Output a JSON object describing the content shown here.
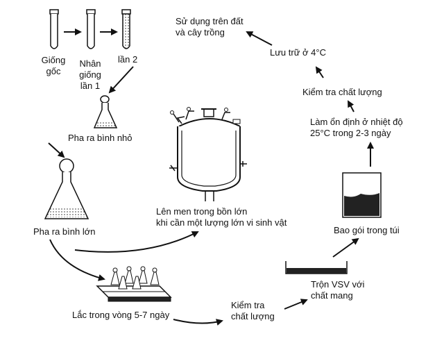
{
  "steps": {
    "giong_goc": "Giống\ngốc",
    "nhan_giong_1": "Nhân\ngiống\nlần 1",
    "lan_2": "lần 2",
    "pha_binh_nho": "Pha ra bình nhỏ",
    "pha_binh_lon": "Pha ra bình lớn",
    "lac": "Lắc trong vòng 5-7 ngày",
    "kiem_tra_1": "Kiểm tra\nchất lượng",
    "tron_vsv": "Trộn VSV với\nchất mang",
    "bao_goi": "Bao gói trong túi",
    "lam_on_dinh": "Làm ổn định ở nhiệt độ\n25°C trong 2-3 ngày",
    "kiem_tra_2": "Kiểm tra chất lượng",
    "luu_tru": "Lưu trữ ở 4°C",
    "su_dung": "Sử dụng trên đất\nvà cây trồng",
    "len_men": "Lên men trong bồn lớn\nkhi cần một lượng lớn vi sinh vật"
  }
}
